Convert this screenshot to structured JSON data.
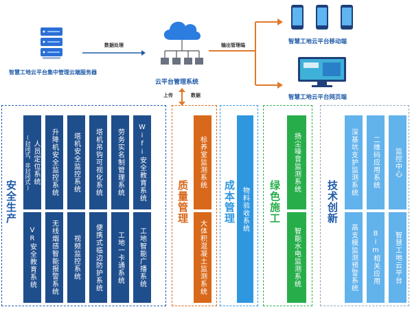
{
  "top": {
    "server_caption": "智慧工地云平台集中管理云端服务器",
    "data_processing": "数据处理",
    "cloud_caption": "云平台管理系统",
    "output_label": "输出管理端",
    "mobile_caption": "智慧工地云平台移动端",
    "web_caption": "智慧工地云平台网页端",
    "upload_label": "上传",
    "data_label": "数据"
  },
  "colors": {
    "dark_blue": "#1f4e8c",
    "orange": "#d8681a",
    "light_blue": "#2f97e0",
    "green": "#27ae4a",
    "sky": "#62b2ec",
    "panel_border": "#1e5aa8"
  },
  "sections": {
    "safety": {
      "title": "安全生产",
      "columns": [
        {
          "top": "人员定位系统",
          "top_note": "(封闭式、非封闭式)",
          "bottom": "VR安全教育系统"
        },
        {
          "top": "升降机安全监控系统",
          "bottom": "无线烟感智能报警系统"
        },
        {
          "top": "塔机安全监控系统",
          "bottom": "视频监控系统"
        },
        {
          "top": "塔机吊钩可视化系统",
          "bottom": "便携式临边防护系统"
        },
        {
          "top": "劳务实名制管理系统",
          "bottom": "工地一卡通系统"
        },
        {
          "top": "Wifi安全教育系统",
          "bottom": "工地智能广播系统"
        }
      ]
    },
    "quality": {
      "title": "质量管理",
      "columns": [
        {
          "top": "标养室监测系统",
          "bottom": "大体积混凝土监测系统"
        }
      ]
    },
    "cost": {
      "title": "成本管理",
      "columns": [
        {
          "full": "物料验收系统"
        }
      ]
    },
    "green": {
      "title": "绿色施工",
      "columns": [
        {
          "top": "扬尘噪音监测系统",
          "bottom": "智能水电监测系统"
        }
      ]
    },
    "tech": {
      "title": "技术创新",
      "columns": [
        {
          "top": "深基坑支护监测系统",
          "bottom": "高支模监测预警系统"
        },
        {
          "top": "二维码应用系统",
          "bottom": "Bim相关应用"
        },
        {
          "top": "监控中心",
          "bottom": "智慧工地云平台"
        }
      ]
    }
  }
}
